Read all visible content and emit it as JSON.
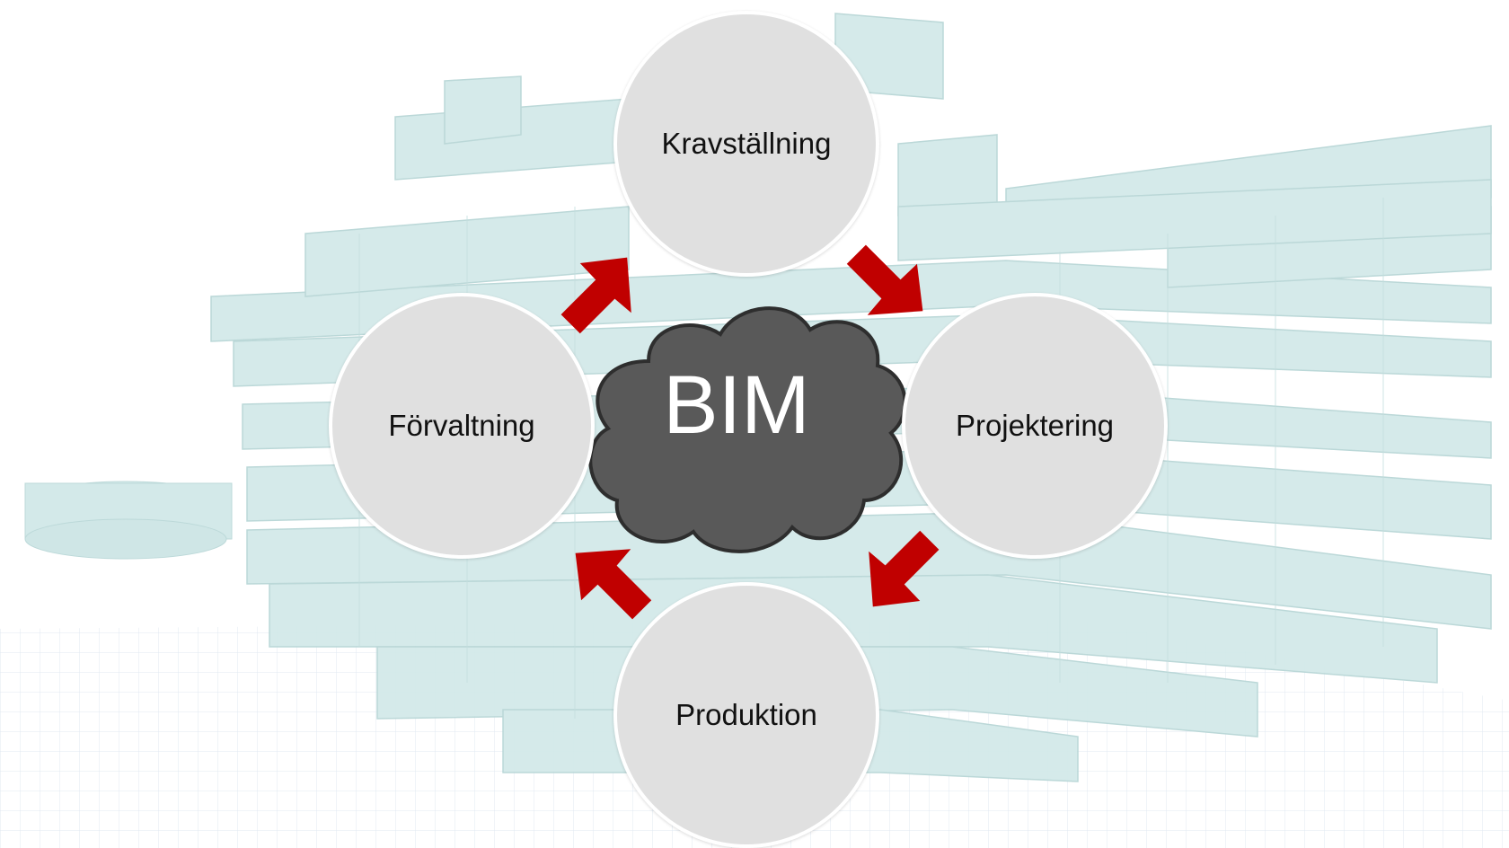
{
  "diagram": {
    "center": {
      "label": "BIM"
    },
    "nodes": [
      {
        "id": "top",
        "label": "Kravställning"
      },
      {
        "id": "right",
        "label": "Projektering"
      },
      {
        "id": "bottom",
        "label": "Produktion"
      },
      {
        "id": "left",
        "label": "Förvaltning"
      }
    ],
    "colors": {
      "circle_fill": "#e0e0e0",
      "circle_border": "#ffffff",
      "cloud_fill": "#595959",
      "cloud_stroke": "#2e2e2e",
      "arrow": "#c00000",
      "building": "#d3e9e9",
      "building_edge": "#b8d6d6",
      "grid": "#dde6f0"
    }
  }
}
